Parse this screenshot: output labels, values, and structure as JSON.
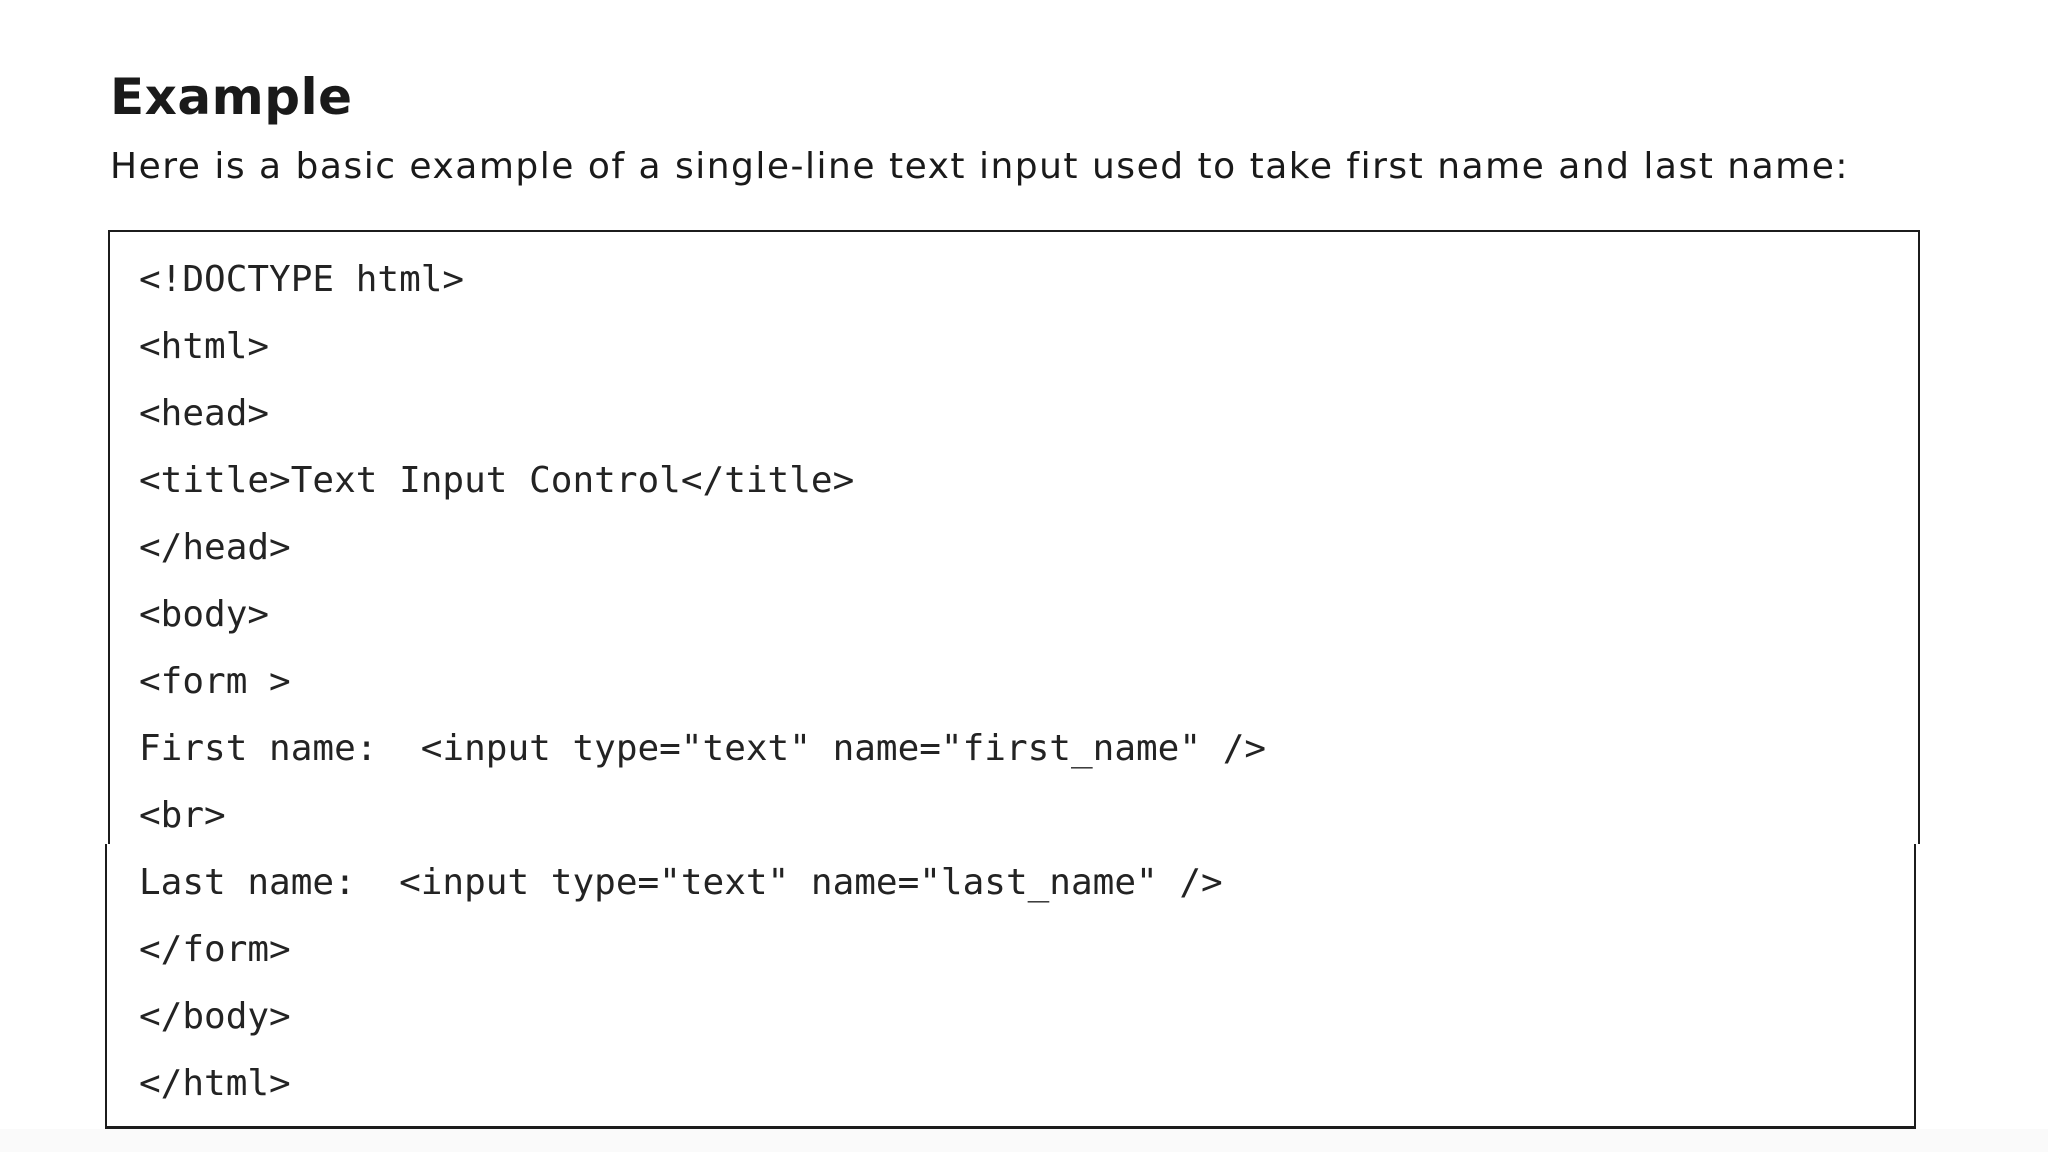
{
  "content": {
    "heading": "Example",
    "intro": "Here is a basic example of a single-line text input used to take first name and last name:",
    "code_lines": [
      "<!DOCTYPE html>",
      "<html>",
      "<head>",
      "<title>Text Input Control</title>",
      "</head>",
      "<body>",
      "<form >",
      "First name:  <input type=\"text\" name=\"first_name\" />",
      "<br>",
      "Last name:  <input type=\"text\" name=\"last_name\" />",
      "</form>",
      "</body>",
      "</html>"
    ]
  },
  "colors": {
    "background": "#ffffff",
    "text": "#1a1a1a",
    "code_text": "#232323",
    "border": "#1c1c1c",
    "gutter": "#fafafa"
  }
}
